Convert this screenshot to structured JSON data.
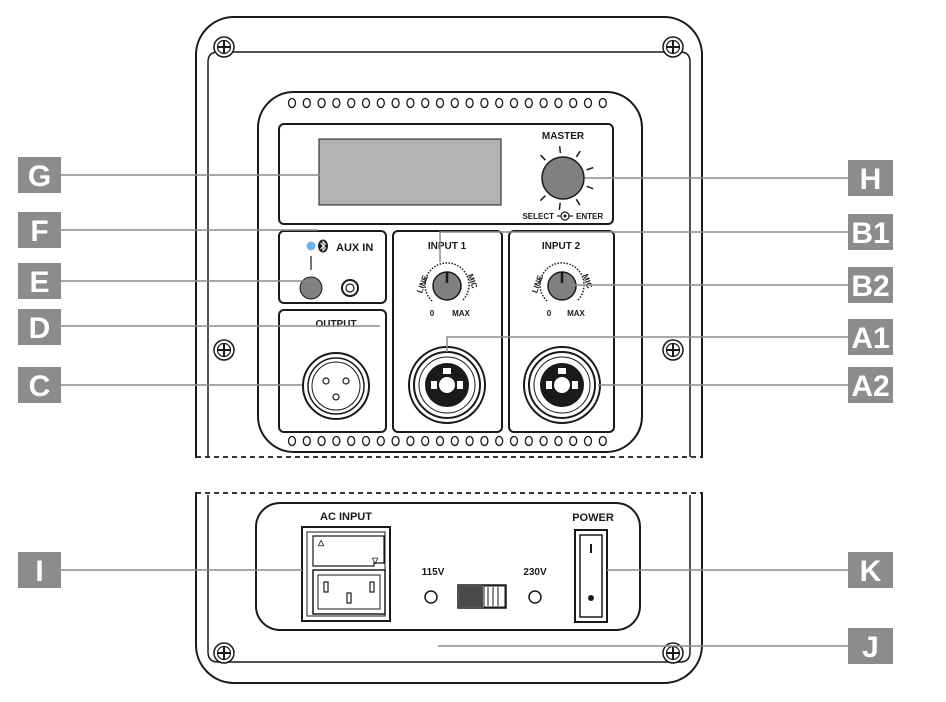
{
  "panel": {
    "master_label": "MASTER",
    "select_label": "SELECT",
    "enter_label": "ENTER",
    "aux_label": "AUX IN",
    "output_label": "OUTPUT",
    "input1_label": "INPUT 1",
    "input2_label": "INPUT 2",
    "line_label": "LINE",
    "mic_label": "MIC",
    "zero_label": "0",
    "max_label": "MAX",
    "ac_input_label": "AC INPUT",
    "v115_label": "115V",
    "v230_label": "230V",
    "power_label": "POWER",
    "switch_on_mark": "I",
    "switch_off_mark": "O"
  },
  "callouts": {
    "G": "G",
    "F": "F",
    "E": "E",
    "D": "D",
    "C": "C",
    "H": "H",
    "B1": "B1",
    "B2": "B2",
    "A1": "A1",
    "A2": "A2",
    "I": "I",
    "K": "K",
    "J": "J"
  },
  "colors": {
    "callout_box": "#8c8c8c",
    "line": "#1a1a1a",
    "display": "#b3b3b3",
    "knob": "#808080",
    "bluetooth_led": "#6fb1e8",
    "leader": "#8c8c8c"
  }
}
